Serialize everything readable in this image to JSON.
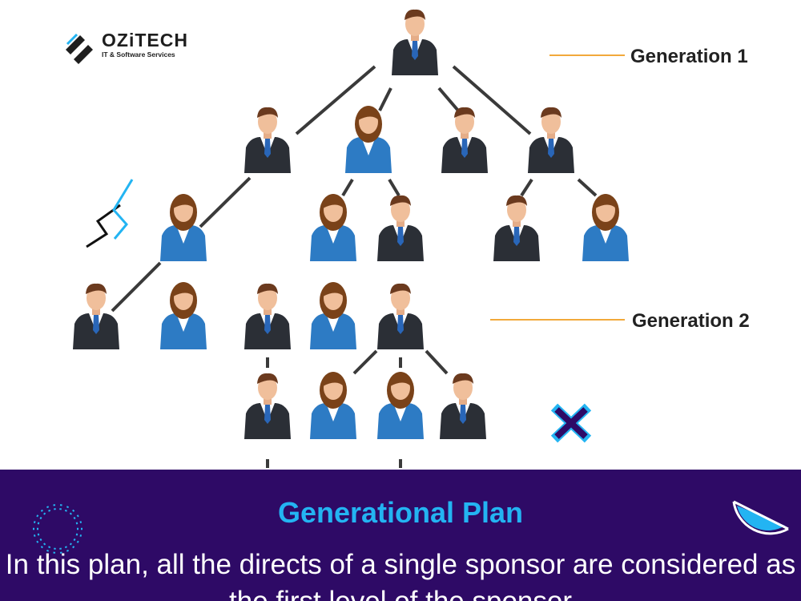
{
  "brand": {
    "name": "OZiTECH",
    "tagline": "IT & Software Services"
  },
  "levels": {
    "gen1": "Generation 1",
    "gen2": "Generation 2"
  },
  "banner": {
    "title": "Generational Plan",
    "body": "In this plan, all the directs of a single sponsor are considered as the first level of the sponsor"
  },
  "colors": {
    "banner_bg": "#2e0a66",
    "title_accent": "#23b4f2",
    "guide_line": "#f2a93b",
    "male_suit": "#2b2f36",
    "female_suit": "#2d7bc4"
  },
  "tree": {
    "people": [
      {
        "gender": "male"
      },
      {
        "gender": "male"
      },
      {
        "gender": "female"
      },
      {
        "gender": "male"
      },
      {
        "gender": "male"
      },
      {
        "gender": "female"
      },
      {
        "gender": "female"
      },
      {
        "gender": "male"
      },
      {
        "gender": "male"
      },
      {
        "gender": "female"
      },
      {
        "gender": "male"
      },
      {
        "gender": "female"
      },
      {
        "gender": "male"
      },
      {
        "gender": "female"
      },
      {
        "gender": "male"
      },
      {
        "gender": "male"
      },
      {
        "gender": "female"
      },
      {
        "gender": "female"
      },
      {
        "gender": "male"
      }
    ]
  }
}
